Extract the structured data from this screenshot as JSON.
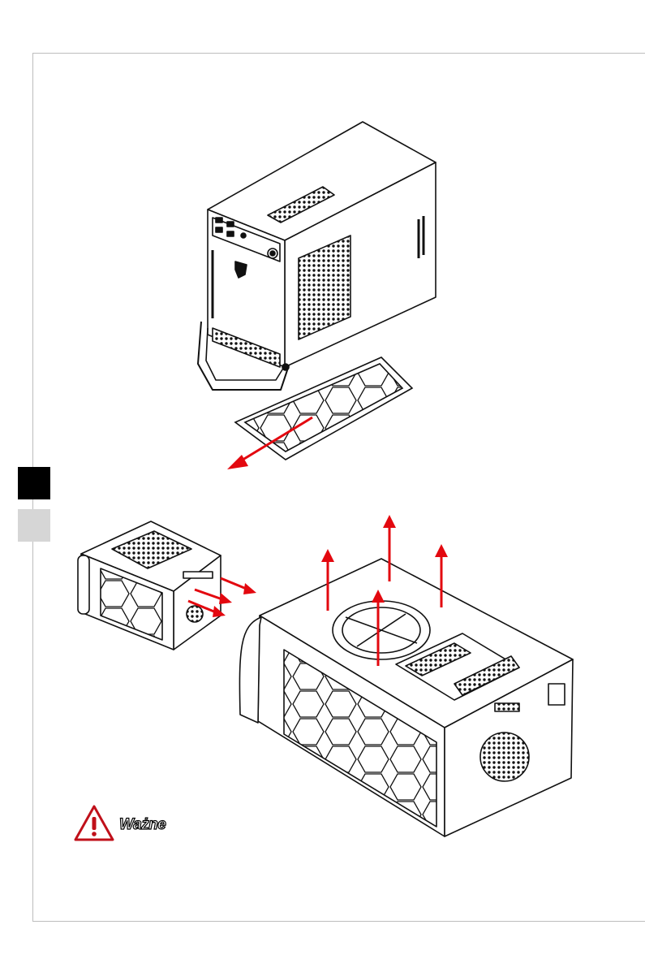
{
  "warning": {
    "label": "Ważne",
    "icon": "warning-triangle-icon",
    "color": "#c0101a"
  },
  "arrow_color": "#e3080f",
  "tabs": [
    {
      "state": "active",
      "color": "#000000"
    },
    {
      "state": "inactive",
      "color": "#d6d6d6"
    }
  ]
}
